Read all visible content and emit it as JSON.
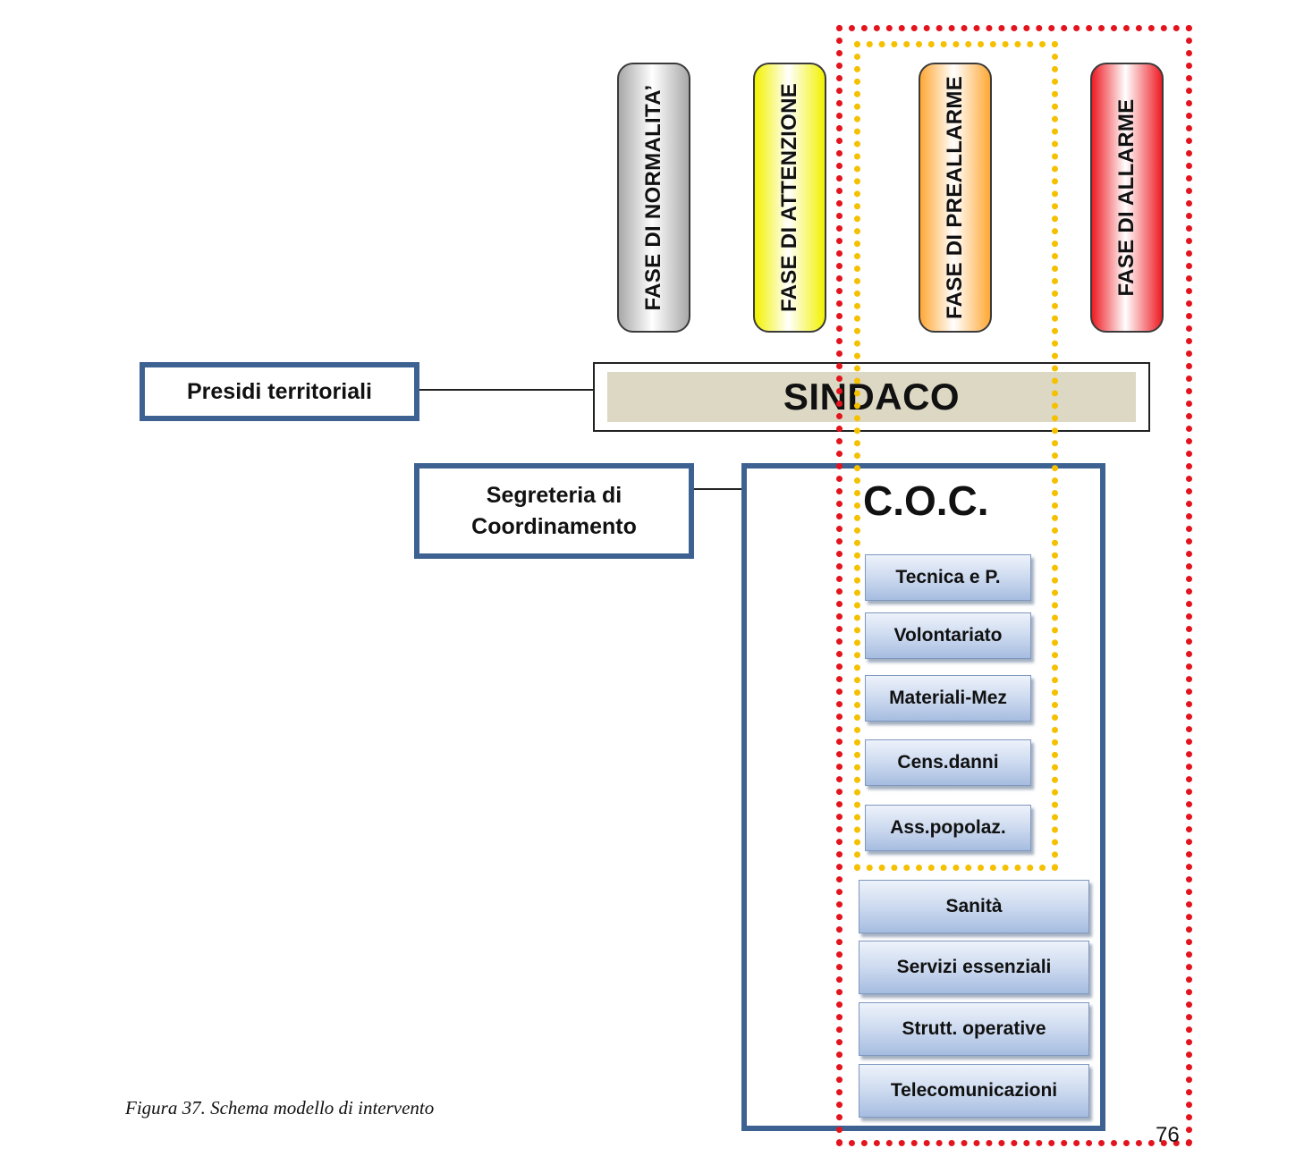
{
  "phases": [
    {
      "label": "FASE DI NORMALITA’",
      "color": "#a8a8a8"
    },
    {
      "label": "FASE DI ATTENZIONE",
      "color": "#f2f200"
    },
    {
      "label": "FASE DI PREALLARME",
      "color": "#ffa836"
    },
    {
      "label": "FASE DI ALLARME",
      "color": "#ee1c24"
    }
  ],
  "sindaco": "SINDACO",
  "presidi": "Presidi territoriali",
  "segreteria": {
    "line1": "Segreteria di",
    "line2": "Coordinamento"
  },
  "coc": {
    "title": "C.O.C.",
    "functions": [
      "Tecnica e P.",
      "Volontariato",
      "Materiali-Mez",
      "Cens.danni",
      "Ass.popolaz.",
      "Sanità",
      "Servizi essenziali",
      "Strutt. operative",
      "Telecomunicazioni"
    ]
  },
  "caption": "Figura 37. Schema modello di intervento",
  "page_number": "76",
  "colors": {
    "box_border": "#3d6292",
    "sindaco_fill": "#dcd8c4",
    "red_frame": "#e3141d",
    "yellow_frame": "#f5c000"
  }
}
